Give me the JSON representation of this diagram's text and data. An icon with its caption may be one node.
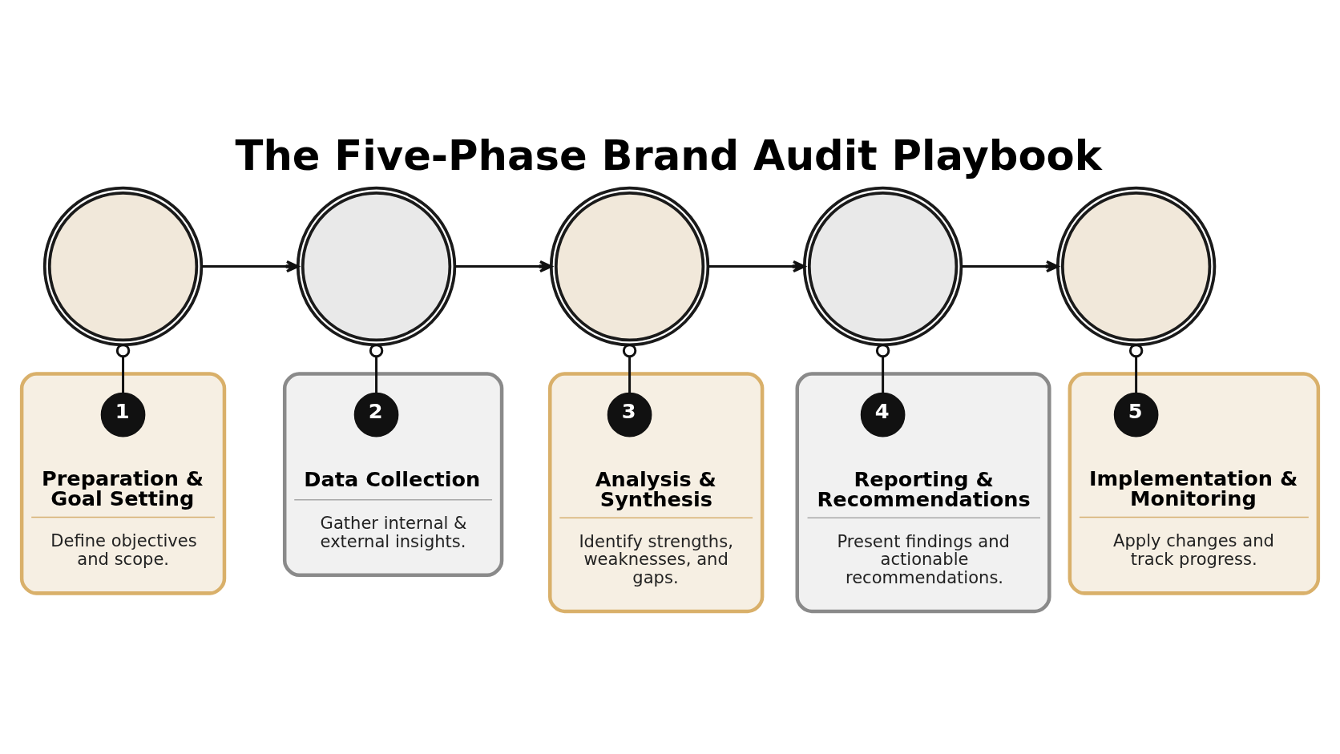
{
  "diagram": {
    "title": "The Five-Phase Brand Audit Playbook",
    "nodes": [
      {
        "text": [],
        "shape": "circle"
      },
      {
        "text": [],
        "shape": "circle"
      },
      {
        "text": [],
        "shape": "circle"
      },
      {
        "text": [],
        "shape": "circle"
      },
      {
        "text": [],
        "shape": "circle"
      },
      {
        "text": [
          "Preparation & Goal Setting",
          "Define objectives and scope."
        ]
      },
      {
        "text": [
          "1"
        ],
        "in": 5
      },
      {
        "text": [
          "Data Collection",
          "Gather internal & external insights."
        ]
      },
      {
        "text": [
          "2"
        ],
        "in": 7
      },
      {
        "text": [
          "Analysis & Synthesis",
          "Identify strengths, weaknesses, and gaps."
        ]
      },
      {
        "text": [
          "3"
        ],
        "in": 9
      },
      {
        "text": [
          "Reporting & Recommendations",
          "Present findings and actionable recommendations."
        ]
      },
      {
        "text": [
          "4"
        ],
        "in": 11
      },
      {
        "text": [
          "Implementation & Monitoring",
          "Apply changes and track progress."
        ]
      },
      {
        "text": [
          "5"
        ],
        "in": 13
      }
    ],
    "edges": [
      {
        "from": 0,
        "to": 1,
        "arrow": "to"
      },
      {
        "from": 1,
        "to": 2,
        "arrow": "to"
      },
      {
        "from": 2,
        "to": 3,
        "arrow": "to"
      },
      {
        "from": 3,
        "to": 4,
        "arrow": "to"
      },
      {
        "from": 0,
        "to": 6,
        "arrow": "other"
      },
      {
        "from": 1,
        "to": 8,
        "arrow": "other"
      },
      {
        "from": 2,
        "to": 10,
        "arrow": "other"
      },
      {
        "from": 3,
        "to": 12,
        "arrow": "other"
      },
      {
        "from": 4,
        "to": 14,
        "arrow": "other"
      }
    ]
  }
}
